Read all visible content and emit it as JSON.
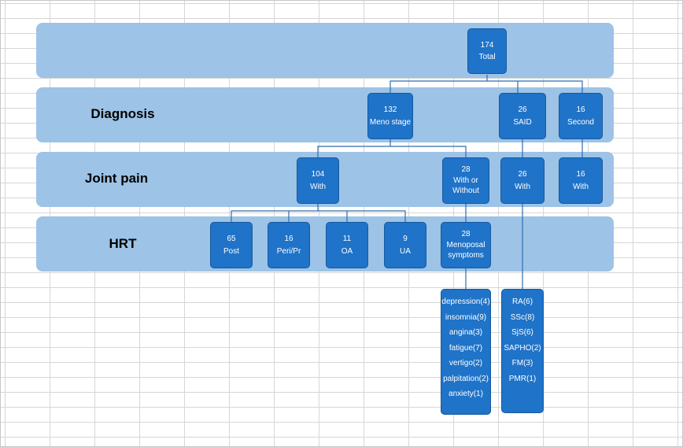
{
  "rows": {
    "diagnosis": "Diagnosis",
    "joint_pain": "Joint pain",
    "hrt": "HRT"
  },
  "nodes": {
    "total": {
      "value": "174",
      "label": "Total"
    },
    "meno_stage": {
      "value": "132",
      "label": "Meno stage"
    },
    "said": {
      "value": "26",
      "label": "SAID"
    },
    "second": {
      "value": "16",
      "label": "Second"
    },
    "with_104": {
      "value": "104",
      "label": "With"
    },
    "with_or_without": {
      "value": "28",
      "label": "With or",
      "label2": "Without"
    },
    "said_with": {
      "value": "26",
      "label": "With"
    },
    "second_with": {
      "value": "16",
      "label": "With"
    },
    "post": {
      "value": "65",
      "label": "Post"
    },
    "peri": {
      "value": "16",
      "label": "Peri/Pr"
    },
    "oa": {
      "value": "11",
      "label": "OA"
    },
    "ua": {
      "value": "9",
      "label": "UA"
    },
    "menopausal": {
      "value": "28",
      "label": "Menoposal",
      "label2": "symptoms"
    }
  },
  "symptoms": [
    "depression(4)",
    "insomnia(9)",
    "angina(3)",
    "fatigue(7)",
    "vertigo(2)",
    "palpitation(2)",
    "anxiety(1)"
  ],
  "said_diseases": [
    "RA(6)",
    "SSc(8)",
    "SjS(6)",
    "SAPHO(2)",
    "FM(3)",
    "PMR(1)"
  ]
}
